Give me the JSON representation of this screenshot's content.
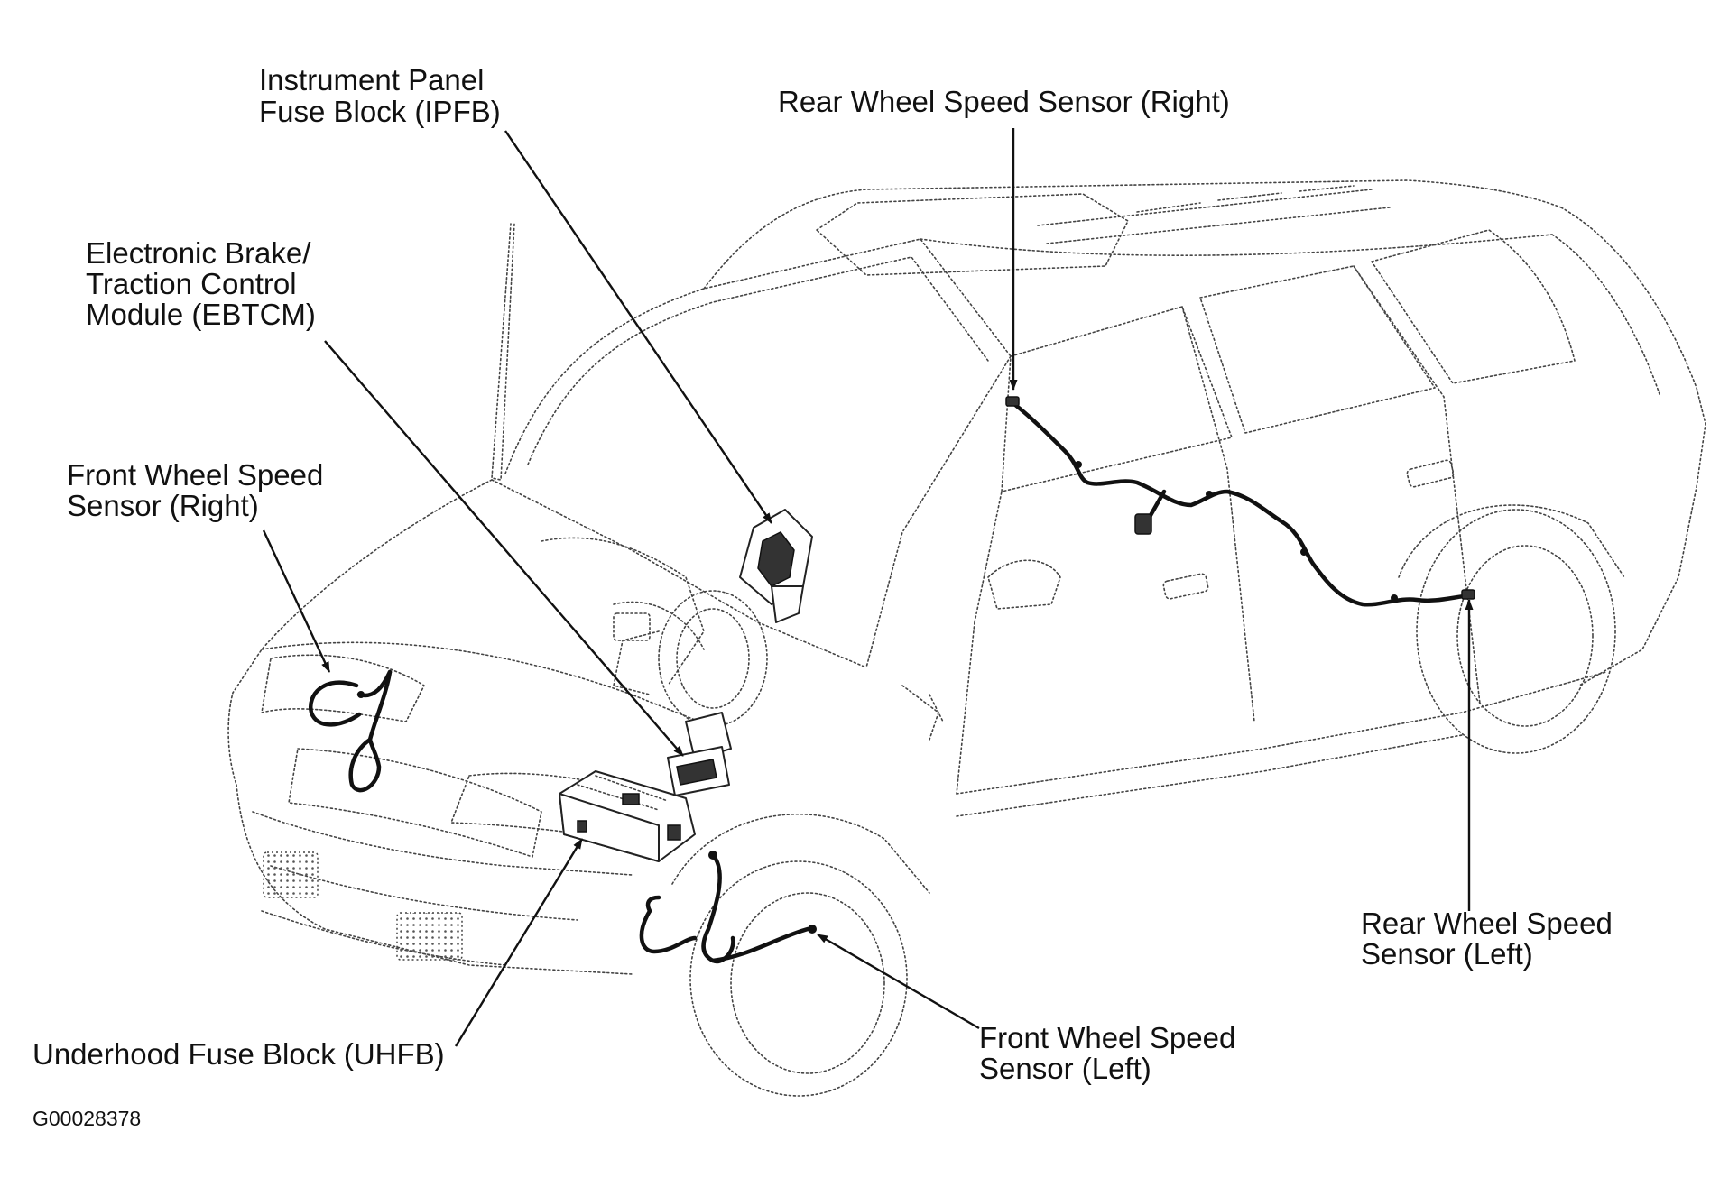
{
  "diagram": {
    "figure_id": "G00028378",
    "callouts": {
      "ipfb": [
        "Instrument Panel",
        "Fuse Block (IPFB)"
      ],
      "ebtcm": [
        "Electronic Brake/",
        "Traction Control",
        "Module (EBTCM)"
      ],
      "front_right": [
        "Front Wheel Speed",
        "Sensor (Right)"
      ],
      "rear_right": [
        "Rear Wheel Speed Sensor (Right)"
      ],
      "rear_left": [
        "Rear Wheel Speed",
        "Sensor (Left)"
      ],
      "front_left": [
        "Front Wheel Speed",
        "Sensor (Left)"
      ],
      "uhfb": [
        "Underhood Fuse Block (UHFB)"
      ]
    }
  }
}
